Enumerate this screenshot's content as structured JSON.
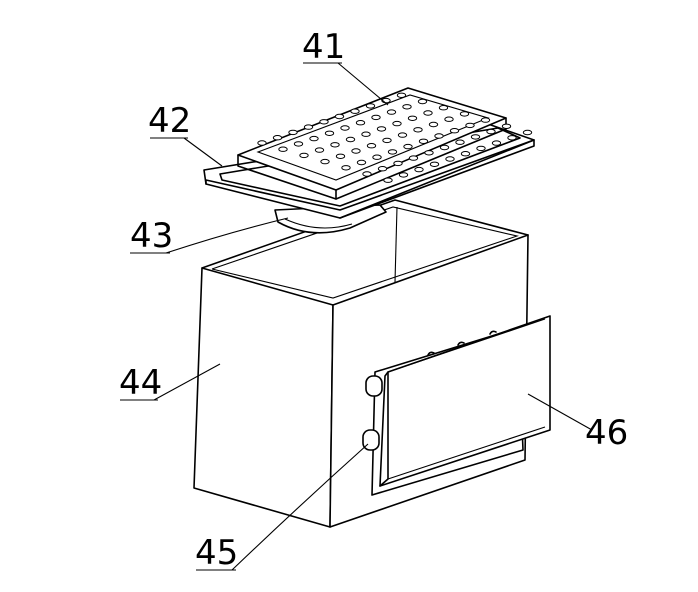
{
  "figure": {
    "labels": [
      {
        "id": "41",
        "text": "41"
      },
      {
        "id": "42",
        "text": "42"
      },
      {
        "id": "43",
        "text": "43"
      },
      {
        "id": "44",
        "text": "44"
      },
      {
        "id": "45",
        "text": "45"
      },
      {
        "id": "46",
        "text": "46"
      }
    ]
  }
}
